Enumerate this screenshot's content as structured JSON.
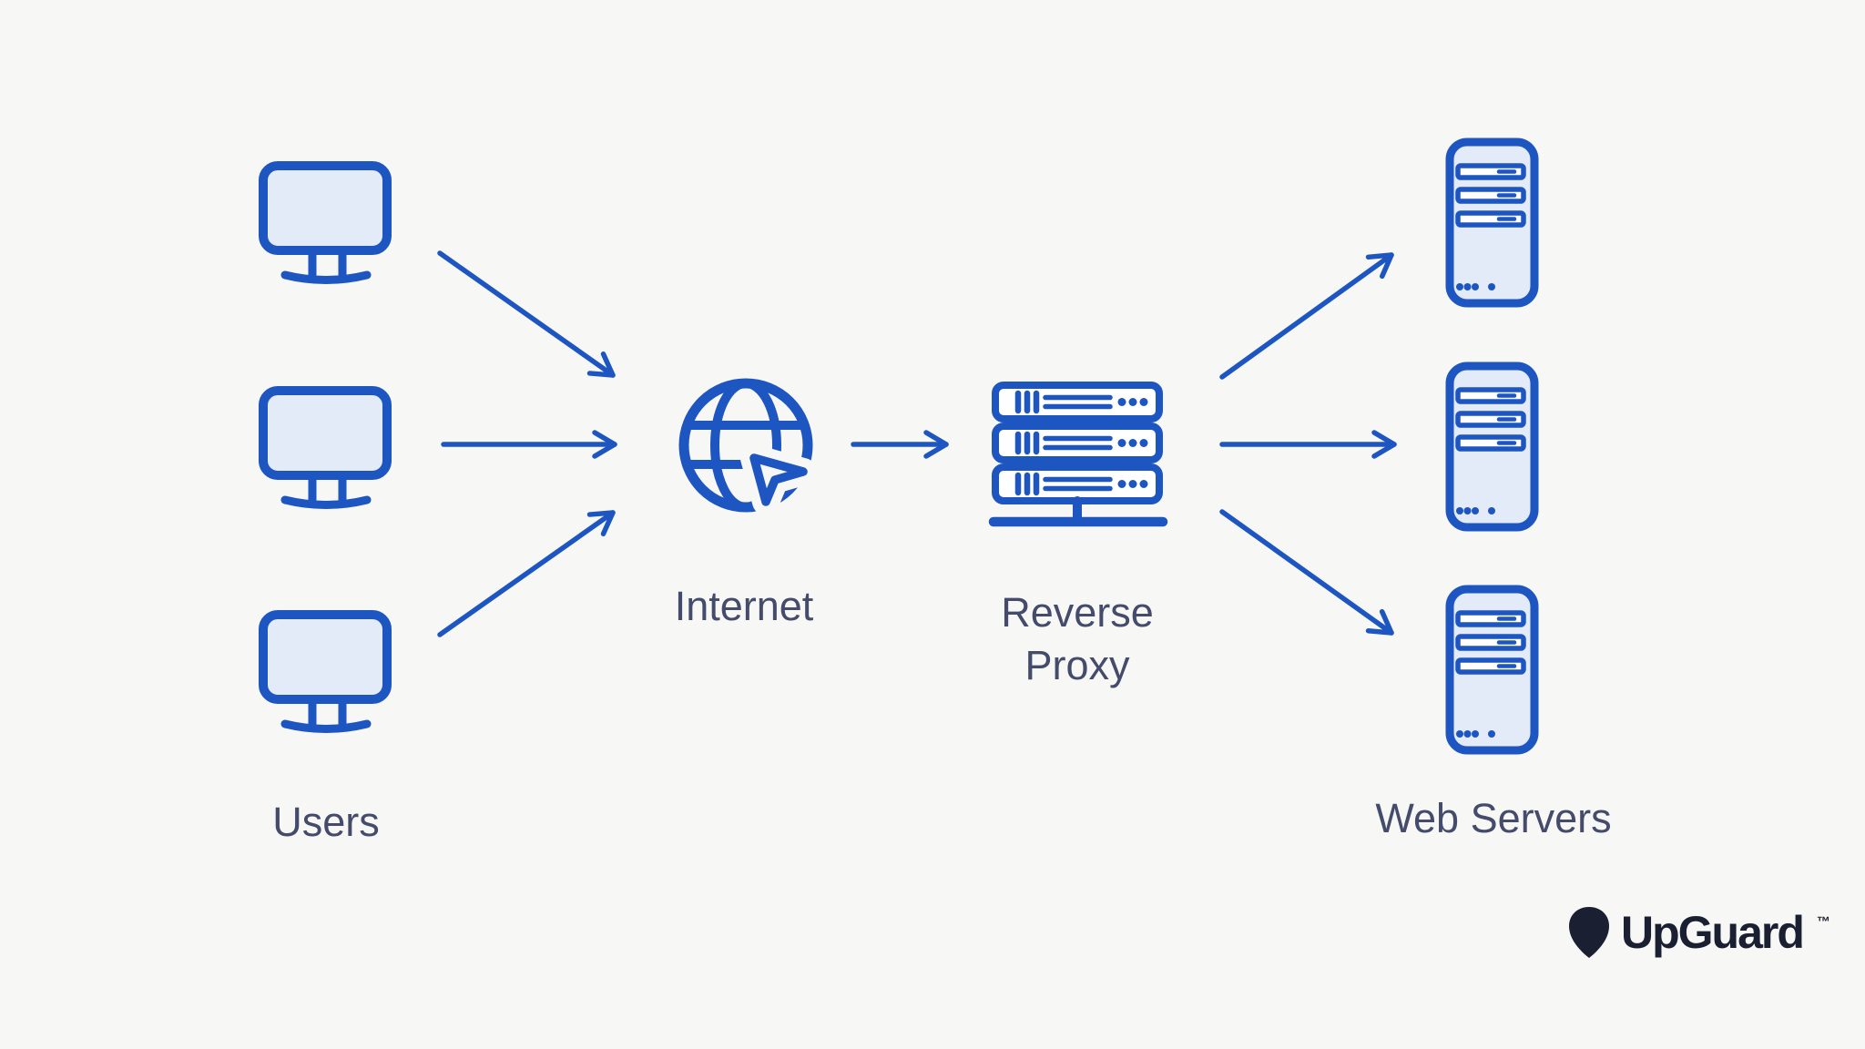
{
  "colors": {
    "bg": "#f7f8f6",
    "accent": "#1e56c1",
    "icon_fill": "#e3eaf8",
    "unit_fill": "#ffffff",
    "label": "#454b6b",
    "logo": "#1a1f31"
  },
  "diagram": {
    "nodes": {
      "users": {
        "label": "Users",
        "icon": "monitor-icon",
        "count": 3
      },
      "internet": {
        "label": "Internet",
        "icon": "globe-pointer-icon"
      },
      "reverse_proxy": {
        "label_line1": "Reverse",
        "label_line2": "Proxy",
        "icon": "server-rack-icon"
      },
      "web_servers": {
        "label": "Web Servers",
        "icon": "server-tower-icon",
        "count": 3
      }
    },
    "edges": [
      {
        "from": "user-1",
        "to": "internet"
      },
      {
        "from": "user-2",
        "to": "internet"
      },
      {
        "from": "user-3",
        "to": "internet"
      },
      {
        "from": "internet",
        "to": "reverse-proxy"
      },
      {
        "from": "reverse-proxy",
        "to": "web-server-1"
      },
      {
        "from": "reverse-proxy",
        "to": "web-server-2"
      },
      {
        "from": "reverse-proxy",
        "to": "web-server-3"
      }
    ]
  },
  "branding": {
    "logo_text": "UpGuard",
    "trademark": "™"
  }
}
